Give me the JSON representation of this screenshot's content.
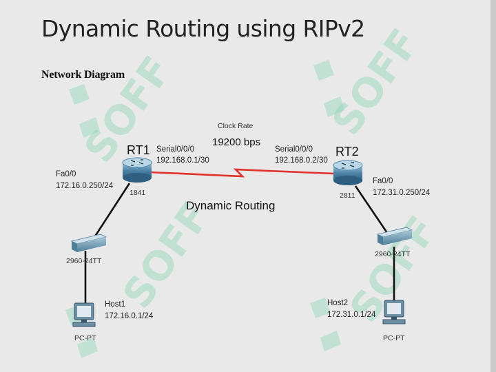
{
  "slide": {
    "title": "Dynamic Routing using RIPv2",
    "subtitle": "Network Diagram"
  },
  "diagram": {
    "clock_rate_label": "Clock Rate",
    "clock_rate_value": "19200 bps",
    "center_label": "Dynamic Routing",
    "rt1": {
      "name": "RT1",
      "model": "1841",
      "serial_if": "Serial0/0/0",
      "serial_ip": "192.168.0.1/30",
      "fa_if": "Fa0/0",
      "fa_ip": "172.16.0.250/24"
    },
    "rt2": {
      "name": "RT2",
      "model": "2811",
      "serial_if": "Serial0/0/0",
      "serial_ip": "192.168.0.2/30",
      "fa_if": "Fa0/0",
      "fa_ip": "172.31.0.250/24"
    },
    "switch1": {
      "model": "2960-24TT"
    },
    "switch2": {
      "model": "2960-24TT"
    },
    "host1": {
      "name": "Host1",
      "ip": "172.16.0.1/24",
      "type": "PC-PT"
    },
    "host2": {
      "name": "Host2",
      "ip": "172.31.0.1/24",
      "type": "PC-PT"
    }
  },
  "watermark": {
    "text": "SOFF"
  },
  "colors": {
    "serial_link": "#e0312a",
    "ethernet_link": "#111111",
    "router": "#4f86a9",
    "background": "#e9e9e9",
    "watermark": "#8fd6b8"
  }
}
